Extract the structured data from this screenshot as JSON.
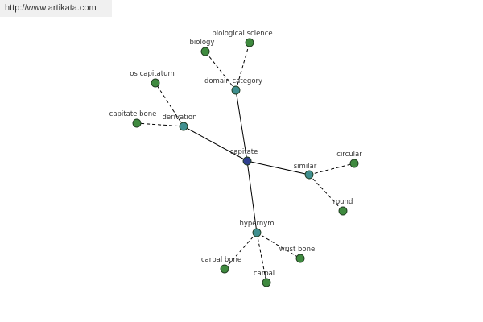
{
  "watermark": "http://www.artikata.com",
  "colors": {
    "center": "#2f3f8f",
    "relation": "#3f8f8f",
    "leaf": "#3f8a3f"
  },
  "nodes": [
    {
      "id": "capitate",
      "label": "capitate",
      "kind": "center"
    },
    {
      "id": "domain-category",
      "label": "domain category",
      "kind": "relation"
    },
    {
      "id": "derivation",
      "label": "derivation",
      "kind": "relation"
    },
    {
      "id": "similar",
      "label": "similar",
      "kind": "relation"
    },
    {
      "id": "hypernym",
      "label": "hypernym",
      "kind": "relation"
    },
    {
      "id": "biology",
      "label": "biology",
      "kind": "leaf"
    },
    {
      "id": "biological-science",
      "label": "biological science",
      "kind": "leaf"
    },
    {
      "id": "os-capitatum",
      "label": "os capitatum",
      "kind": "leaf"
    },
    {
      "id": "capitate-bone",
      "label": "capitate bone",
      "kind": "leaf"
    },
    {
      "id": "circular",
      "label": "circular",
      "kind": "leaf"
    },
    {
      "id": "round",
      "label": "round",
      "kind": "leaf"
    },
    {
      "id": "carpal-bone",
      "label": "carpal bone",
      "kind": "leaf"
    },
    {
      "id": "carpal",
      "label": "carpal",
      "kind": "leaf"
    },
    {
      "id": "wrist-bone",
      "label": "wrist bone",
      "kind": "leaf"
    }
  ],
  "edges": [
    {
      "from": "capitate",
      "to": "domain-category",
      "style": "solid"
    },
    {
      "from": "capitate",
      "to": "derivation",
      "style": "solid"
    },
    {
      "from": "capitate",
      "to": "similar",
      "style": "solid"
    },
    {
      "from": "capitate",
      "to": "hypernym",
      "style": "solid"
    },
    {
      "from": "domain-category",
      "to": "biology",
      "style": "dashed"
    },
    {
      "from": "domain-category",
      "to": "biological-science",
      "style": "dashed"
    },
    {
      "from": "derivation",
      "to": "os-capitatum",
      "style": "dashed"
    },
    {
      "from": "derivation",
      "to": "capitate-bone",
      "style": "dashed"
    },
    {
      "from": "similar",
      "to": "circular",
      "style": "dashed"
    },
    {
      "from": "similar",
      "to": "round",
      "style": "dashed"
    },
    {
      "from": "hypernym",
      "to": "carpal-bone",
      "style": "dashed"
    },
    {
      "from": "hypernym",
      "to": "carpal",
      "style": "dashed"
    },
    {
      "from": "hypernym",
      "to": "wrist-bone",
      "style": "dashed"
    }
  ]
}
